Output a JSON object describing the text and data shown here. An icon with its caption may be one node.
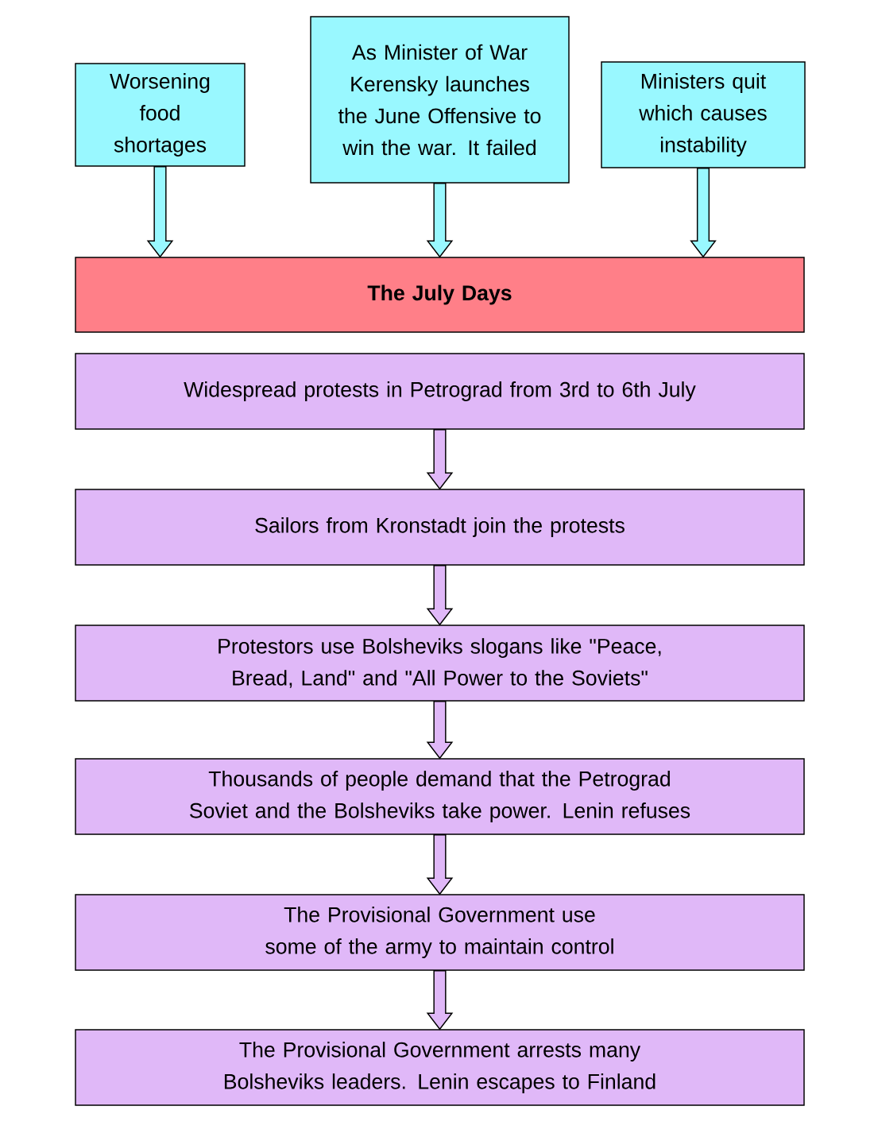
{
  "diagram": {
    "nodes": [
      {
        "text": [
          "Worsening food shortages"
        ]
      },
      {
        "text": [
          "As Minister of War Kerensky launches the June Offensive to win the war. It failed"
        ]
      },
      {
        "text": [
          "Ministers quit which causes instability"
        ]
      },
      {
        "text": [
          "The July Days"
        ]
      },
      {
        "text": [
          "Widespread protests in Petrograd from 3rd to 6th July"
        ]
      },
      {
        "text": [
          "Sailors from Kronstadt join the protests"
        ]
      },
      {
        "text": [
          "Protestors use Bolsheviks slogans like \"Peace, Bread, Land\" and \"All Power to the Soviets\""
        ]
      },
      {
        "text": [
          "Thousands of people demand that the Petrograd Soviet and the Bolsheviks take power. Lenin refuses"
        ]
      },
      {
        "text": [
          "The Provisional Government use some of the army to maintain control"
        ]
      },
      {
        "text": [
          "The Provisional Government arrests many Bolsheviks leaders. Lenin escapes to Finland"
        ]
      }
    ],
    "edges": [
      {
        "from": 0,
        "to": 3,
        "arrow": "to",
        "color": "#99f8ff"
      },
      {
        "from": 1,
        "to": 3,
        "arrow": "to",
        "color": "#99f8ff"
      },
      {
        "from": 2,
        "to": 3,
        "arrow": "to",
        "color": "#99f8ff"
      },
      {
        "from": 4,
        "to": 5,
        "arrow": "to"
      },
      {
        "from": 5,
        "to": 6,
        "arrow": "to"
      },
      {
        "from": 6,
        "to": 7,
        "arrow": "to"
      },
      {
        "from": 7,
        "to": 8,
        "arrow": "to"
      },
      {
        "from": 8,
        "to": 9,
        "arrow": "to"
      }
    ]
  }
}
